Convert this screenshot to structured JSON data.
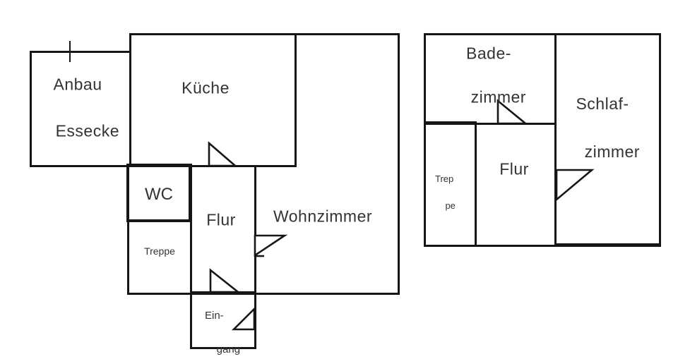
{
  "diagram": {
    "type": "floor-plan",
    "colors": {
      "wall": "#161616",
      "text": "#333333",
      "background": "#ffffff"
    },
    "icons": {
      "door_swing": "right-triangle door swing symbol",
      "window_tick": "short tick mark crossing wall"
    },
    "ground_floor": {
      "anbau": {
        "line1": "Anbau",
        "line2": "Essecke"
      },
      "kueche": "Küche",
      "wc": "WC",
      "treppe": "Treppe",
      "flur": "Flur",
      "wohnzimmer": "Wohnzimmer",
      "eingang": {
        "line1": "Ein-",
        "line2": "gang"
      }
    },
    "upper_floor": {
      "badezimmer": {
        "line1": "Bade-",
        "line2": "zimmer"
      },
      "schlafzimmer": {
        "line1": "Schlaf-",
        "line2": "zimmer"
      },
      "treppe": {
        "line1": "Trep",
        "line2": "pe"
      },
      "flur": "Flur"
    }
  }
}
